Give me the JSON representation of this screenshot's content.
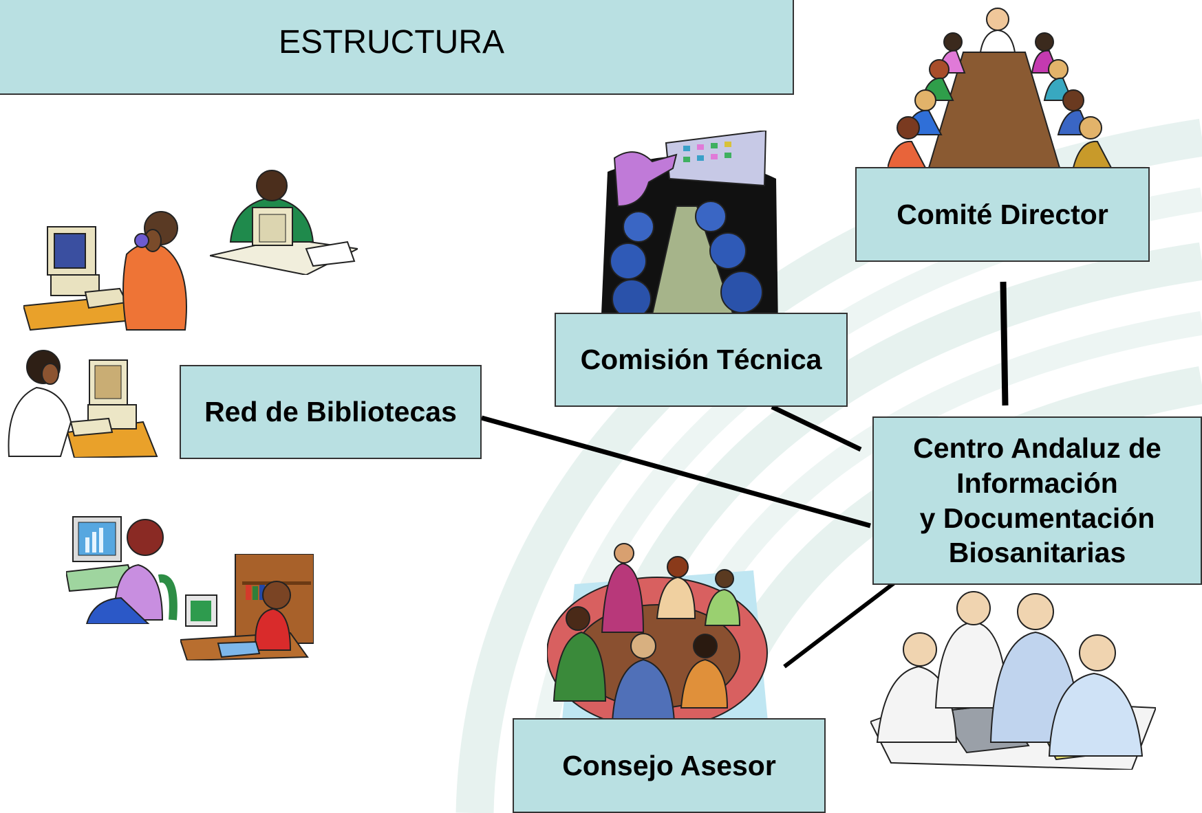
{
  "title": "ESTRUCTURA",
  "nodes": {
    "comite": "Comité Director",
    "comision": "Comisión Técnica",
    "red": "Red de Bibliotecas",
    "centro": "Centro Andaluz de\nInformación\ny Documentación\nBiosanitarias",
    "consejo": "Consejo Asesor"
  },
  "colors": {
    "box_fill": "#b9e0e2",
    "connector": "#000000",
    "watermark": "#e3f0ed"
  }
}
